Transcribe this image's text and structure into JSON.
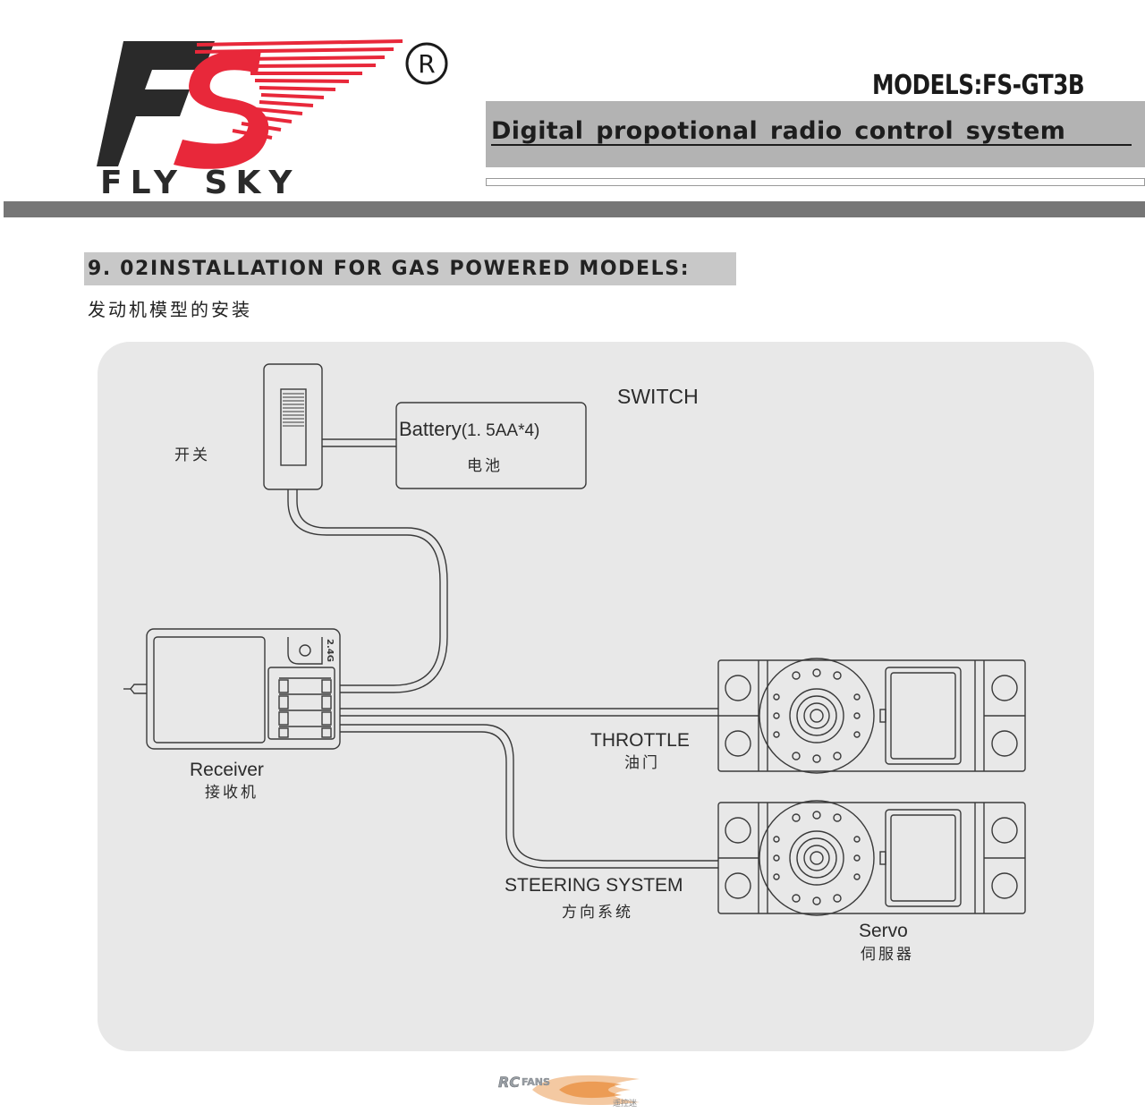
{
  "header": {
    "logo_text": "FLY SKY",
    "logo_monogram": "FS",
    "registered_mark": "®",
    "models_label": "MODELS",
    "models_sep": ":",
    "model_name": "FS-GT3B",
    "subtitle": "Digital propotional radio control system"
  },
  "section": {
    "title": "9. 02INSTALLATION FOR GAS POWERED MODELS",
    "title_suffix": ":",
    "title_cn": "发动机模型的安装"
  },
  "diagram": {
    "switch_label": "SWITCH",
    "switch_cn": "开关",
    "battery_label": "Battery",
    "battery_spec": "(1. 5AA*4)",
    "battery_cn": "电池",
    "receiver_label": "Receiver",
    "receiver_cn": "接收机",
    "receiver_mark": "2.4G",
    "throttle_label": "THROTTLE",
    "throttle_cn": "油门",
    "steering_label": "STEERING SYSTEM",
    "steering_cn": "方向系统",
    "servo_label": "Servo",
    "servo_cn": "伺服器"
  },
  "footer": {
    "watermark_text": "RCFANS",
    "watermark_sub": "遥控迷"
  },
  "colors": {
    "logo_red": "#e8283a",
    "logo_dark": "#2a2a2a",
    "panel_bg": "#e8e8e8",
    "rule_dark": "#767676",
    "bar_grey": "#b3b3b3"
  }
}
